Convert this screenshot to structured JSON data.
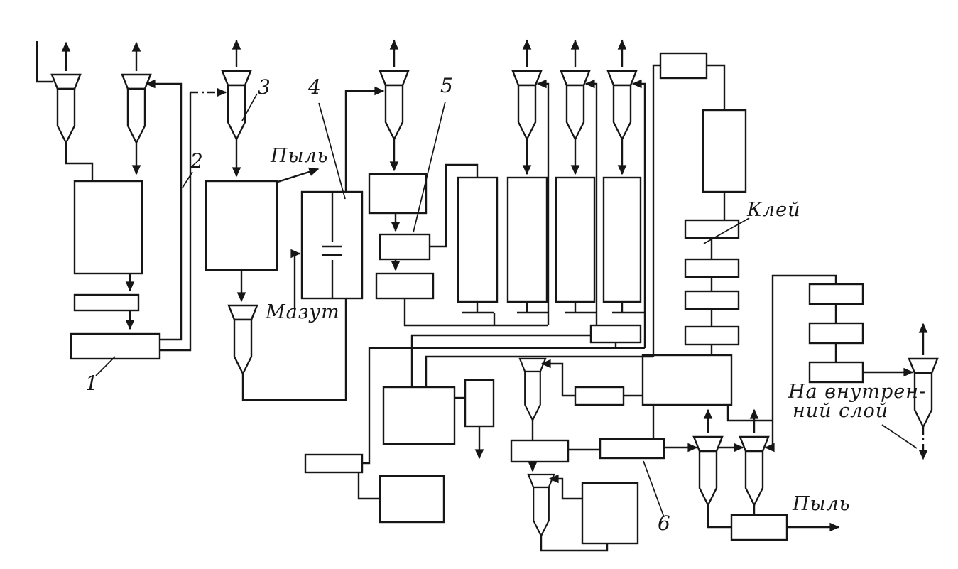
{
  "diagram": {
    "title": "process-flow-diagram",
    "colors": {
      "ink": "#161616",
      "background": "#ffffff"
    }
  },
  "labels": {
    "n1": "1",
    "n2": "2",
    "n3": "3",
    "n4": "4",
    "n5": "5",
    "n6": "6",
    "dust_top": "Пыль",
    "fuel_oil": "Мазут",
    "glue": "Клей",
    "inner_layer_1": "На внутрен-",
    "inner_layer_2": "ний слой",
    "dust_bottom": "Пыль"
  }
}
